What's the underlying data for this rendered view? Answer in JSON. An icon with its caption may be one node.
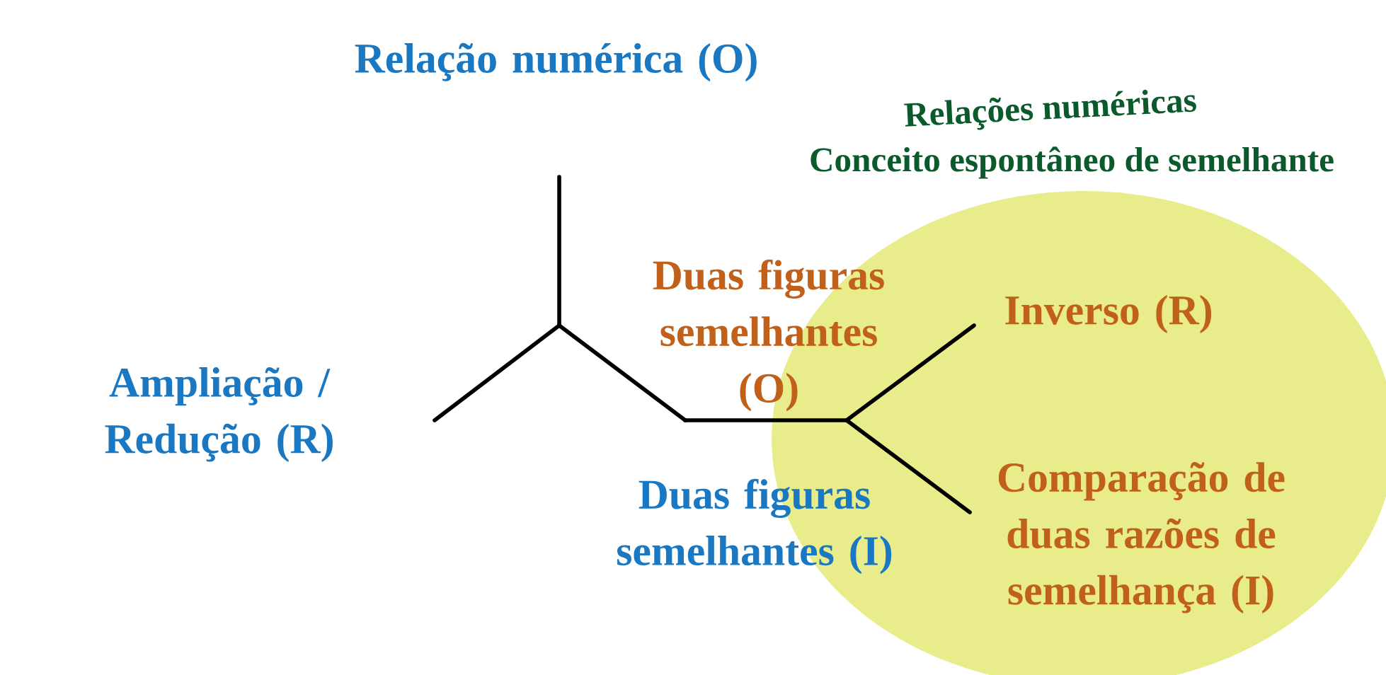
{
  "diagram": {
    "nodes": [
      {
        "text": [
          "Relações numéricas",
          "Conceito espontâneo de semelhante"
        ]
      }
    ],
    "labels": [
      "Relação numérica (O)",
      "Ampliação / Redução (R)",
      "Duas figuras semelhantes (O)",
      "Duas figuras semelhantes (I)",
      "Inverso (R)",
      "Comparação de duas razões de semelhança (I)"
    ]
  }
}
